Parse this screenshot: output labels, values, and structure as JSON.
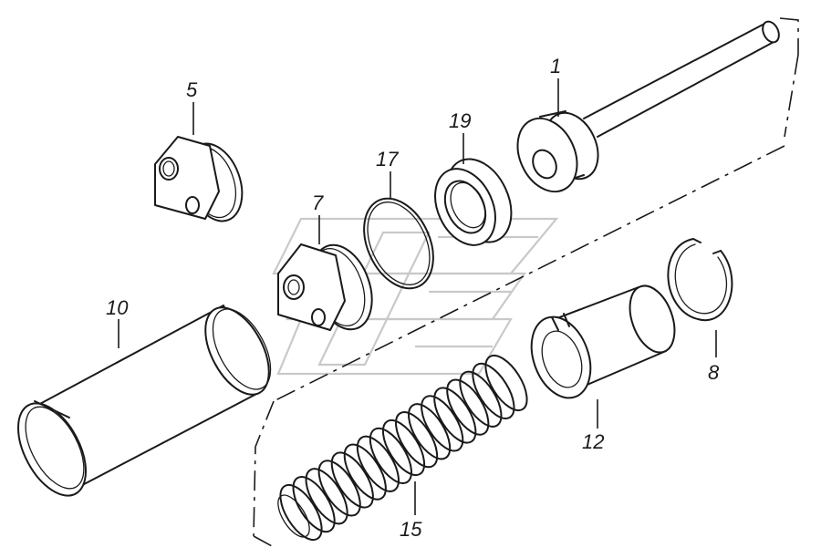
{
  "diagram": {
    "type": "exploded-parts-view",
    "colors": {
      "ink": "#1a1a1a",
      "background": "#ffffff",
      "watermark": "#c9c9c9"
    },
    "parts": [
      {
        "key": "p1",
        "callout": "1",
        "name": "rod-with-piston"
      },
      {
        "key": "p19",
        "callout": "19",
        "name": "seal-bushing"
      },
      {
        "key": "p17",
        "callout": "17",
        "name": "o-ring"
      },
      {
        "key": "p5",
        "callout": "5",
        "name": "threaded-head-end"
      },
      {
        "key": "p7",
        "callout": "7",
        "name": "threaded-head-rod"
      },
      {
        "key": "p10",
        "callout": "10",
        "name": "cylinder-sleeve"
      },
      {
        "key": "p12",
        "callout": "12",
        "name": "split-bushing"
      },
      {
        "key": "p8",
        "callout": "8",
        "name": "retaining-ring"
      },
      {
        "key": "p15",
        "callout": "15",
        "name": "coil-spring"
      }
    ],
    "labels": {
      "p1": "1",
      "p19": "19",
      "p17": "17",
      "p5": "5",
      "p7": "7",
      "p10": "10",
      "p12": "12",
      "p8": "8",
      "p15": "15"
    }
  }
}
